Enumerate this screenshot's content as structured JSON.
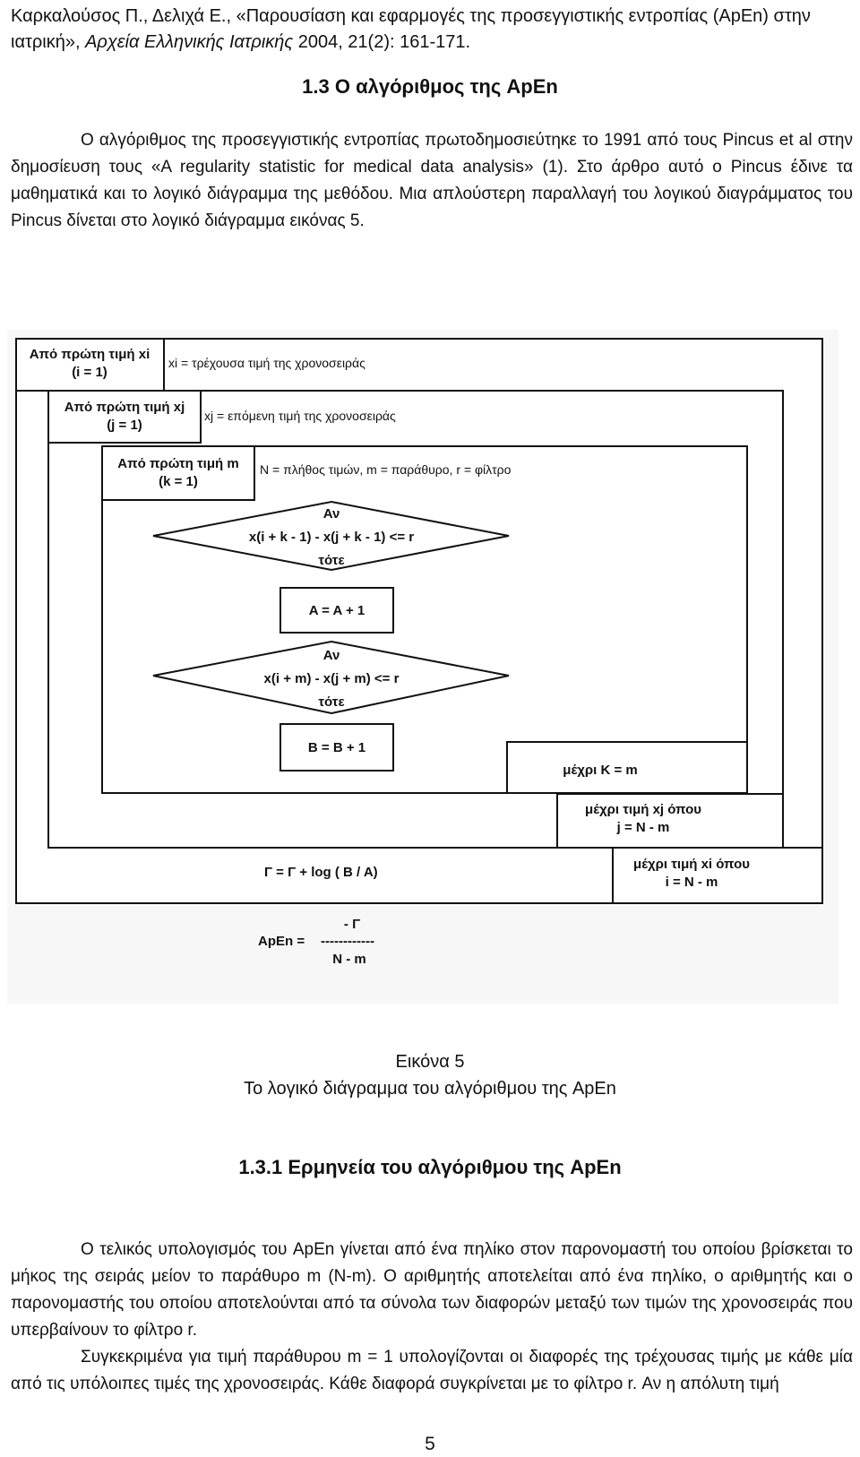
{
  "citation": {
    "part1": "Καρκαλούσος Π., Δελιχά Ε., «Παρουσίαση και εφαρμογές της προσεγγιστικής εντροπίας (ApEn) στην ιατρική», ",
    "journal": "Αρχεία Ελληνικής Ιατρικής",
    "part2": " 2004, 21(2): 161-171."
  },
  "section": {
    "title": "1.3 Ο αλγόριθμος της ApEn",
    "paragraph": "Ο αλγόριθμος της προσεγγιστικής εντροπίας πρωτοδημοσιεύτηκε το 1991 από τους Pincus et al στην δημοσίευση τους «A regularity statistic for medical data analysis» (1). Στο άρθρο αυτό ο Pincus έδινε τα μαθηματικά και το λογικό διάγραμμα της μεθόδου. Μια απλούστερη παραλλαγή του λογικού διαγράμματος του Pincus δίνεται στο λογικό διάγραμμα εικόνας 5."
  },
  "diagram": {
    "loop_i_start": [
      "Από πρώτη τιμή xi",
      "(i = 1)"
    ],
    "loop_i_note": "xi = τρέχουσα τιμή της χρονοσειράς",
    "loop_j_start": [
      "Από πρώτη τιμή xj",
      "(j = 1)"
    ],
    "loop_j_note": "xj = επόμενη τιμή της χρονοσειράς",
    "loop_k_start": [
      "Από πρώτη τιμή m",
      "(k = 1)"
    ],
    "loop_k_note": "N = πλήθος τιμών,  m = παράθυρο,  r = φίλτρο",
    "decision1": [
      "Αν",
      "x(i + k - 1)  -  x(j + k - 1)    <=  r",
      "τότε"
    ],
    "action1": "A = A + 1",
    "decision2": [
      "Αν",
      "x(i + m) - x(j + m)   <= r",
      "τότε"
    ],
    "action2": "B = B + 1",
    "loop_k_end": "μέχρι K = m",
    "loop_j_end": [
      "μέχρι τιμή xj όπου",
      "j = N - m"
    ],
    "gamma": "Γ =  Γ   +  log ( B / A)",
    "loop_i_end": [
      "μέχρι τιμή xi όπου",
      "i = N - m"
    ],
    "apen_label": "ApEn =",
    "apen_num": "- Γ",
    "apen_bar": "------------",
    "apen_den": "N - m"
  },
  "caption": {
    "line1": "Εικόνα 5",
    "line2": "Το λογικό διάγραμμα του αλγόριθμου της ApEn"
  },
  "subsection": {
    "title": "1.3.1 Ερμηνεία του αλγόριθμου της ApEn",
    "paragraph1": "Ο τελικός υπολογισμός του ApEn γίνεται από ένα πηλίκο στον παρονομαστή του οποίου βρίσκεται το μήκος της σειράς μείον το παράθυρο m (N-m). Ο αριθμητής αποτελείται από ένα πηλίκο, ο αριθμητής και ο παρονομαστής του οποίου αποτελούνται από τα σύνολα των διαφορών μεταξύ των τιμών της χρονοσειράς που υπερβαίνουν το φίλτρο r.",
    "paragraph2": "Συγκεκριμένα για τιμή παράθυρου m = 1 υπολογίζονται οι διαφορές της τρέχουσας τιμής με κάθε μία από τις υπόλοιπες τιμές της χρονοσειράς. Κάθε διαφορά  συγκρίνεται με το φίλτρο r. Αν η απόλυτη τιμή"
  },
  "page_number": "5"
}
